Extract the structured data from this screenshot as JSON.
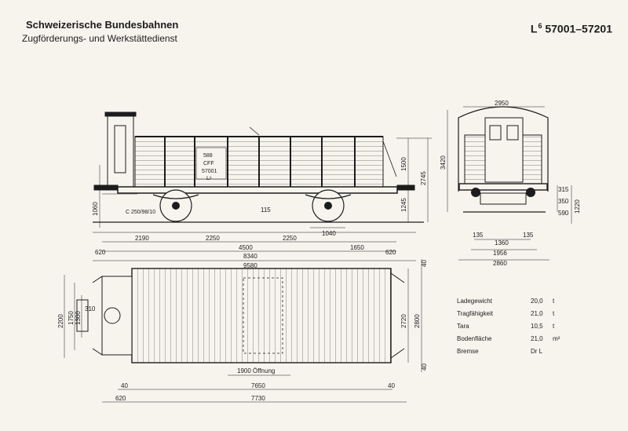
{
  "header": {
    "org": "Schweizerische Bundesbahnen",
    "department": "Zugförderungs- und Werkstättedienst",
    "wagon_class": "L",
    "wagon_class_sup": "6",
    "number_range": "57001–57201"
  },
  "side_view": {
    "car_markings": [
      "588",
      "CFF",
      "57001",
      "L⁶"
    ],
    "dims_horizontal": {
      "d2190": "2190",
      "d2250a": "2250",
      "d2250b": "2250",
      "d1650": "1650",
      "d620a": "620",
      "d4500": "4500",
      "d620b": "620",
      "d8340": "8340",
      "d9580": "9580",
      "d1040": "1040",
      "d115": "115"
    },
    "dims_vertical": {
      "d1060": "1060",
      "d1245": "1245",
      "d1500": "1500",
      "d2745": "2745"
    },
    "note": "C 250/98/10"
  },
  "end_view": {
    "dims": {
      "w2950": "2950",
      "d3420": "3420",
      "d315": "315",
      "d350": "350",
      "d1220": "1220",
      "d590": "590",
      "d135a": "135",
      "d1360": "1360",
      "d135b": "135",
      "d1956": "1956",
      "d2860": "2860"
    }
  },
  "plan_view": {
    "dims": {
      "d2200": "2200",
      "d1750": "1750",
      "d1300": "1300",
      "d310": "310",
      "d40a": "40",
      "d2720": "2720",
      "d2800": "2800",
      "d40b": "40",
      "d1900": "1900 Öffnung",
      "d40c": "40",
      "d7650": "7650",
      "d40d": "40",
      "d620": "620",
      "d7730": "7730"
    }
  },
  "specs": [
    {
      "label": "Ladegewicht",
      "value": "20,0",
      "unit": "t"
    },
    {
      "label": "Tragfähigkeit",
      "value": "21,0",
      "unit": "t"
    },
    {
      "label": "Tara",
      "value": "10,5",
      "unit": "t"
    },
    {
      "label": "Bodenfläche",
      "value": "21,0",
      "unit": "m²"
    },
    {
      "label": "Bremse",
      "value": "Dr L",
      "unit": ""
    }
  ]
}
